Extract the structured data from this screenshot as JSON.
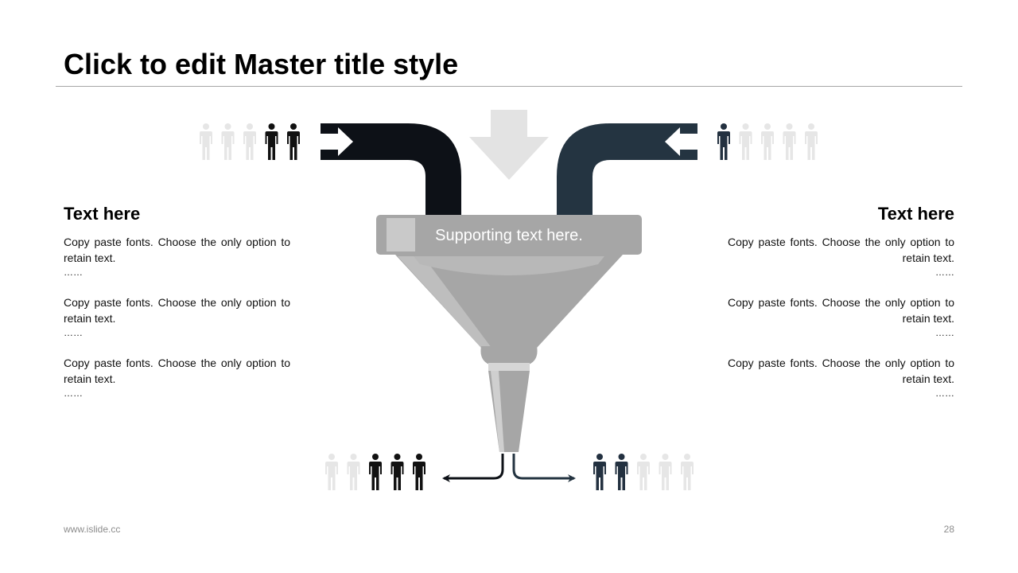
{
  "title": "Click to edit Master title style",
  "funnel": {
    "label": "Supporting text here."
  },
  "left_panel": {
    "heading": "Text here",
    "items": [
      {
        "text": "Copy paste fonts. Choose the only option to retain text.",
        "dots": "……"
      },
      {
        "text": "Copy paste fonts. Choose the only option to retain text.",
        "dots": "……"
      },
      {
        "text": "Copy paste fonts. Choose the only option to retain text.",
        "dots": "……"
      }
    ]
  },
  "right_panel": {
    "heading": "Text here",
    "items": [
      {
        "text": "Copy paste fonts. Choose the only option to retain text.",
        "dots": "……"
      },
      {
        "text": "Copy paste fonts. Choose the only option to retain text.",
        "dots": "……"
      },
      {
        "text": "Copy paste fonts. Choose the only option to retain text.",
        "dots": "……"
      }
    ]
  },
  "people_groups": {
    "top_left": {
      "total": 5,
      "highlighted": 2,
      "highlight_side": "right",
      "color": "#111111"
    },
    "top_right": {
      "total": 5,
      "highlighted": 1,
      "highlight_side": "left",
      "color": "#233140"
    },
    "bottom_left": {
      "total": 5,
      "highlighted": 3,
      "highlight_side": "right",
      "color": "#111111"
    },
    "bottom_right": {
      "total": 5,
      "highlighted": 2,
      "highlight_side": "left",
      "color": "#233140"
    }
  },
  "colors": {
    "dark_pipe": "#0d1117",
    "navy_pipe": "#243441",
    "funnel_gray": "#a6a6a6",
    "light_arrow": "#e3e3e3",
    "faded_person": "#e6e6e6"
  },
  "footer": {
    "website": "www.islide.cc",
    "page_number": "28"
  }
}
